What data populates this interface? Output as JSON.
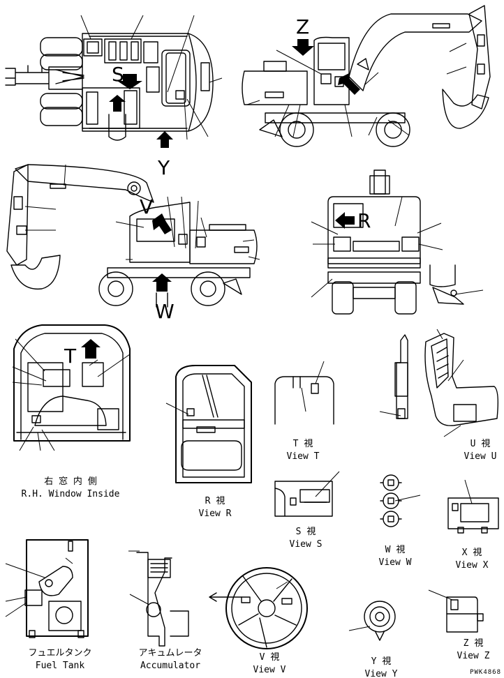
{
  "views": {
    "letters": {
      "z": "Z",
      "y": "Y",
      "s": "S",
      "v": "V",
      "w": "W",
      "r": "R",
      "t": "T"
    },
    "rh_window": {
      "jp": "右 窓 内 側",
      "en": "R.H. Window Inside"
    },
    "view_r": {
      "jp": "R 視",
      "en": "View R"
    },
    "view_t": {
      "jp": "T 視",
      "en": "View T"
    },
    "view_u": {
      "jp": "U 視",
      "en": "View U"
    },
    "view_s": {
      "jp": "S 視",
      "en": "View S"
    },
    "view_w": {
      "jp": "W 視",
      "en": "View W"
    },
    "view_x": {
      "jp": "X 視",
      "en": "View X"
    },
    "fuel_tank": {
      "jp": "フュエルタンク",
      "en": "Fuel Tank"
    },
    "accumulator": {
      "jp": "アキュムレータ",
      "en": "Accumulator"
    },
    "view_v": {
      "jp": "V 視",
      "en": "View V"
    },
    "view_y": {
      "jp": "Y 視",
      "en": "View Y"
    },
    "view_z": {
      "jp": "Z 視",
      "en": "View Z"
    }
  },
  "drawing_no": "PWK4868"
}
